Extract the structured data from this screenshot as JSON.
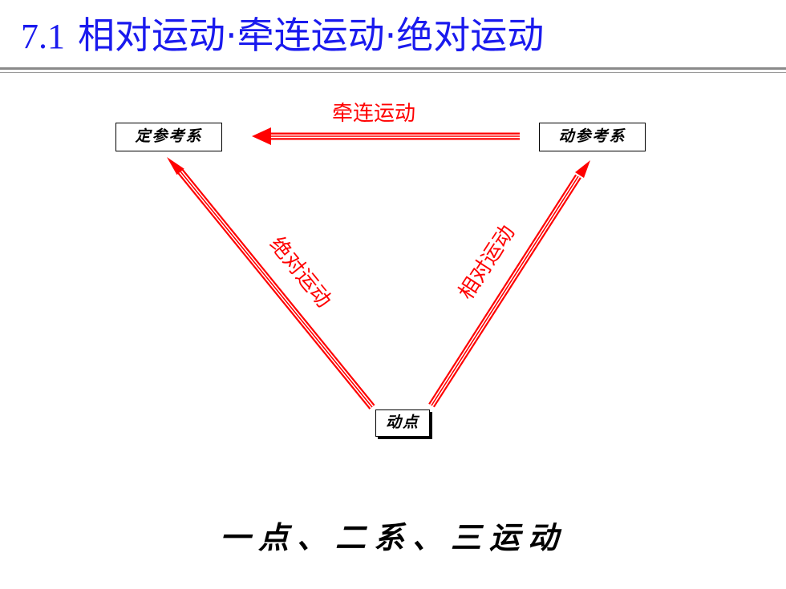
{
  "slide": {
    "section_number": "7.1",
    "title": "相对运动·牵连运动·绝对运动"
  },
  "diagram": {
    "nodes": {
      "fixed_frame": "定参考系",
      "moving_frame": "动参考系",
      "moving_point": "动点"
    },
    "edges": {
      "transport_motion": "牵连运动",
      "absolute_motion": "绝对运动",
      "relative_motion": "相对运动"
    },
    "arrow_color": "#ff0000"
  },
  "summary": "一点、二系、三运动"
}
